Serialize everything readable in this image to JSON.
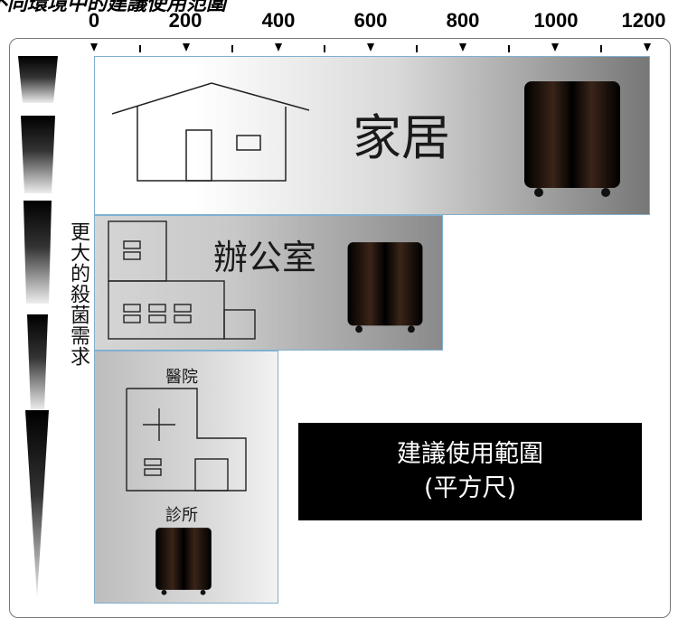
{
  "title": "不同環境中的建議使用范圍",
  "axis": {
    "ticks": [
      "0",
      "200",
      "400",
      "600",
      "800",
      "1000",
      "1200"
    ]
  },
  "vertical_label": "更大的殺菌需求",
  "bands": {
    "home": "家居",
    "office": "辦公室",
    "hospital": "醫院",
    "clinic": "診所"
  },
  "legend": {
    "line1": "建議使用範圍",
    "line2": "(平方尺)"
  },
  "colors": {
    "border": "#7fb0d0",
    "device": "#1a0f0a",
    "legend_bg": "#000000"
  }
}
